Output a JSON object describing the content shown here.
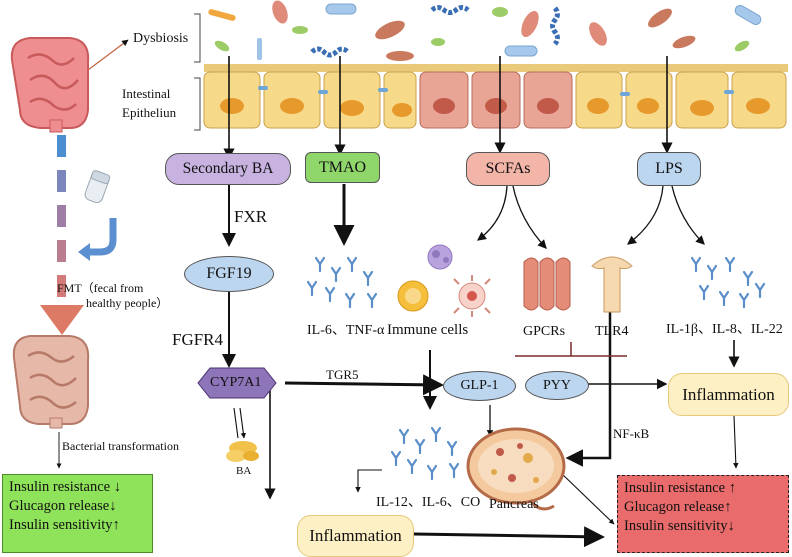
{
  "labels": {
    "dysbiosis": "Dysbiosis",
    "intestinal_line1": "Intestinal",
    "intestinal_line2": "Epitheliun",
    "fmt_line1": "FMT（fecal from",
    "fmt_line2": "healthy people）",
    "bacterial_transformation": "Bacterial transformation",
    "fxr": "FXR",
    "fgfr4": "FGFR4",
    "tgr5": "TGR5",
    "ba": "BA",
    "il6_tnf": "IL-6、TNF-α",
    "immune_cells": "Immune cells",
    "gpcrs": "GPCRs",
    "tlr4": "TLR4",
    "il1_il8_il22": "IL-1β、IL-8、IL-22",
    "nfkb": "NF-κB",
    "il12_il6_co": "IL-12、IL-6、CO",
    "pancreas": "Pancreas"
  },
  "nodes": {
    "secondary_ba": "Secondary BA",
    "tmao": "TMAO",
    "scfas": "SCFAs",
    "lps": "LPS",
    "fgf19": "FGF19",
    "cyp7a1": "CYP7A1",
    "glp1": "GLP-1",
    "pyy": "PYY",
    "inflammation_right": "Inflammation",
    "inflammation_bottom": "Inflammation"
  },
  "outcome_left": {
    "line1": "Insulin resistance ↓",
    "line2": "Glucagon release↓",
    "line3": "Insulin sensitivity↑"
  },
  "outcome_right": {
    "line1": "Insulin resistance ↑",
    "line2": "Glucagon release↑",
    "line3": "Insulin sensitivity↓"
  },
  "colors": {
    "secondary_ba": "#c7b2e0",
    "tmao": "#8fd66b",
    "scfas": "#f3b5a8",
    "lps": "#bcd6f0",
    "fgf19": "#bcd6f0",
    "cyp7a1": "#8e74b8",
    "glp1": "#bcd6f0",
    "pyy": "#bcd6f0",
    "inflammation": "#fdf0c5",
    "outcome_left": "#8ee35a",
    "outcome_right": "#ea6b6b",
    "cell_yellow": "#f7d98a",
    "cell_pink": "#e8a596",
    "nucleus": "#e79a2c",
    "antibody": "#5a8ec9",
    "fmt_arrow": "#5b8fd0"
  },
  "icons": [
    "intestine-icon",
    "bacteria-icon",
    "epithelial-cell-icon",
    "capsule-icon",
    "antibody-icon",
    "immune-cell-icon",
    "gpcr-receptor-icon",
    "tlr4-receptor-icon",
    "pancreas-icon",
    "bile-acid-icon"
  ]
}
